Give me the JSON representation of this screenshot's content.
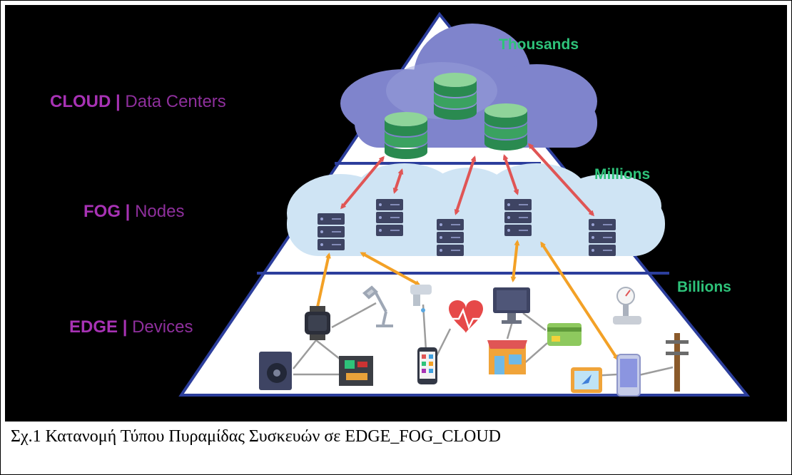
{
  "levels": {
    "cloud": {
      "key": "CLOUD",
      "separator": "|",
      "desc": "Data Centers",
      "count": "Thousands"
    },
    "fog": {
      "key": "FOG",
      "separator": "|",
      "desc": "Nodes",
      "count": "Millions"
    },
    "edge": {
      "key": "EDGE",
      "separator": "|",
      "desc": "Devices",
      "count": "Billions"
    }
  },
  "caption": "Σχ.1 Κατανομή Τύπου Πυραμίδας Συσκευών σε EDGE_FOG_CLOUD",
  "colors": {
    "background": "#000000",
    "label_purple": "#a732b4",
    "count_green": "#2ec37a",
    "pyramid_outline": "#2c3e9c",
    "cloud_dark": "#7f84cc",
    "cloud_light": "#cfe4f4",
    "server": "#3e4463",
    "cloud_fog_arrow": "#e05555",
    "fog_edge_arrow": "#f3a126",
    "database": "#52b86e"
  },
  "icons": [
    "database-icon",
    "server-icon",
    "smartwatch-icon",
    "desk-lamp-icon",
    "faucet-icon",
    "heart-rate-icon",
    "monitor-icon",
    "credit-card-icon",
    "speaker-icon",
    "circuit-board-icon",
    "smartphone-icon",
    "store-icon",
    "navigation-tablet-icon",
    "pressure-gauge-icon",
    "power-pole-icon"
  ]
}
